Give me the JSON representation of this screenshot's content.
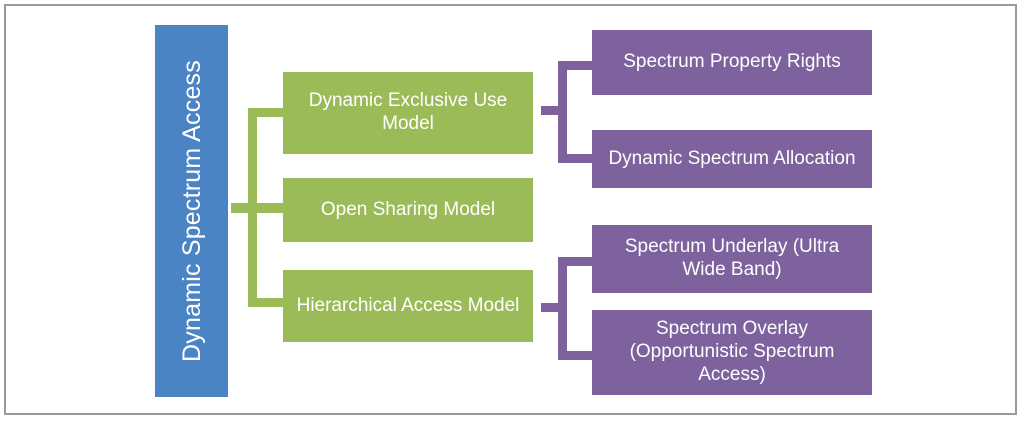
{
  "figure": {
    "title": "Dynamic Spectrum Access",
    "frame_color": "#9a9a9a",
    "background": "#ffffff"
  },
  "colors": {
    "root": "#4a84c4",
    "model": "#9bbb59",
    "leaf": "#7d629e",
    "text": "#ffffff"
  },
  "root": {
    "label": "Dynamic Spectrum Access"
  },
  "models": [
    {
      "label": "Dynamic Exclusive Use Model"
    },
    {
      "label": "Open Sharing Model"
    },
    {
      "label": "Hierarchical Access Model"
    }
  ],
  "leaves": [
    {
      "label": "Spectrum Property Rights",
      "parent": "Dynamic Exclusive Use Model"
    },
    {
      "label": "Dynamic Spectrum Allocation",
      "parent": "Dynamic Exclusive Use Model"
    },
    {
      "label": "Spectrum Underlay (Ultra Wide Band)",
      "parent": "Hierarchical Access Model"
    },
    {
      "label": "Spectrum Overlay (Opportunistic Spectrum Access)",
      "parent": "Hierarchical Access Model"
    }
  ]
}
